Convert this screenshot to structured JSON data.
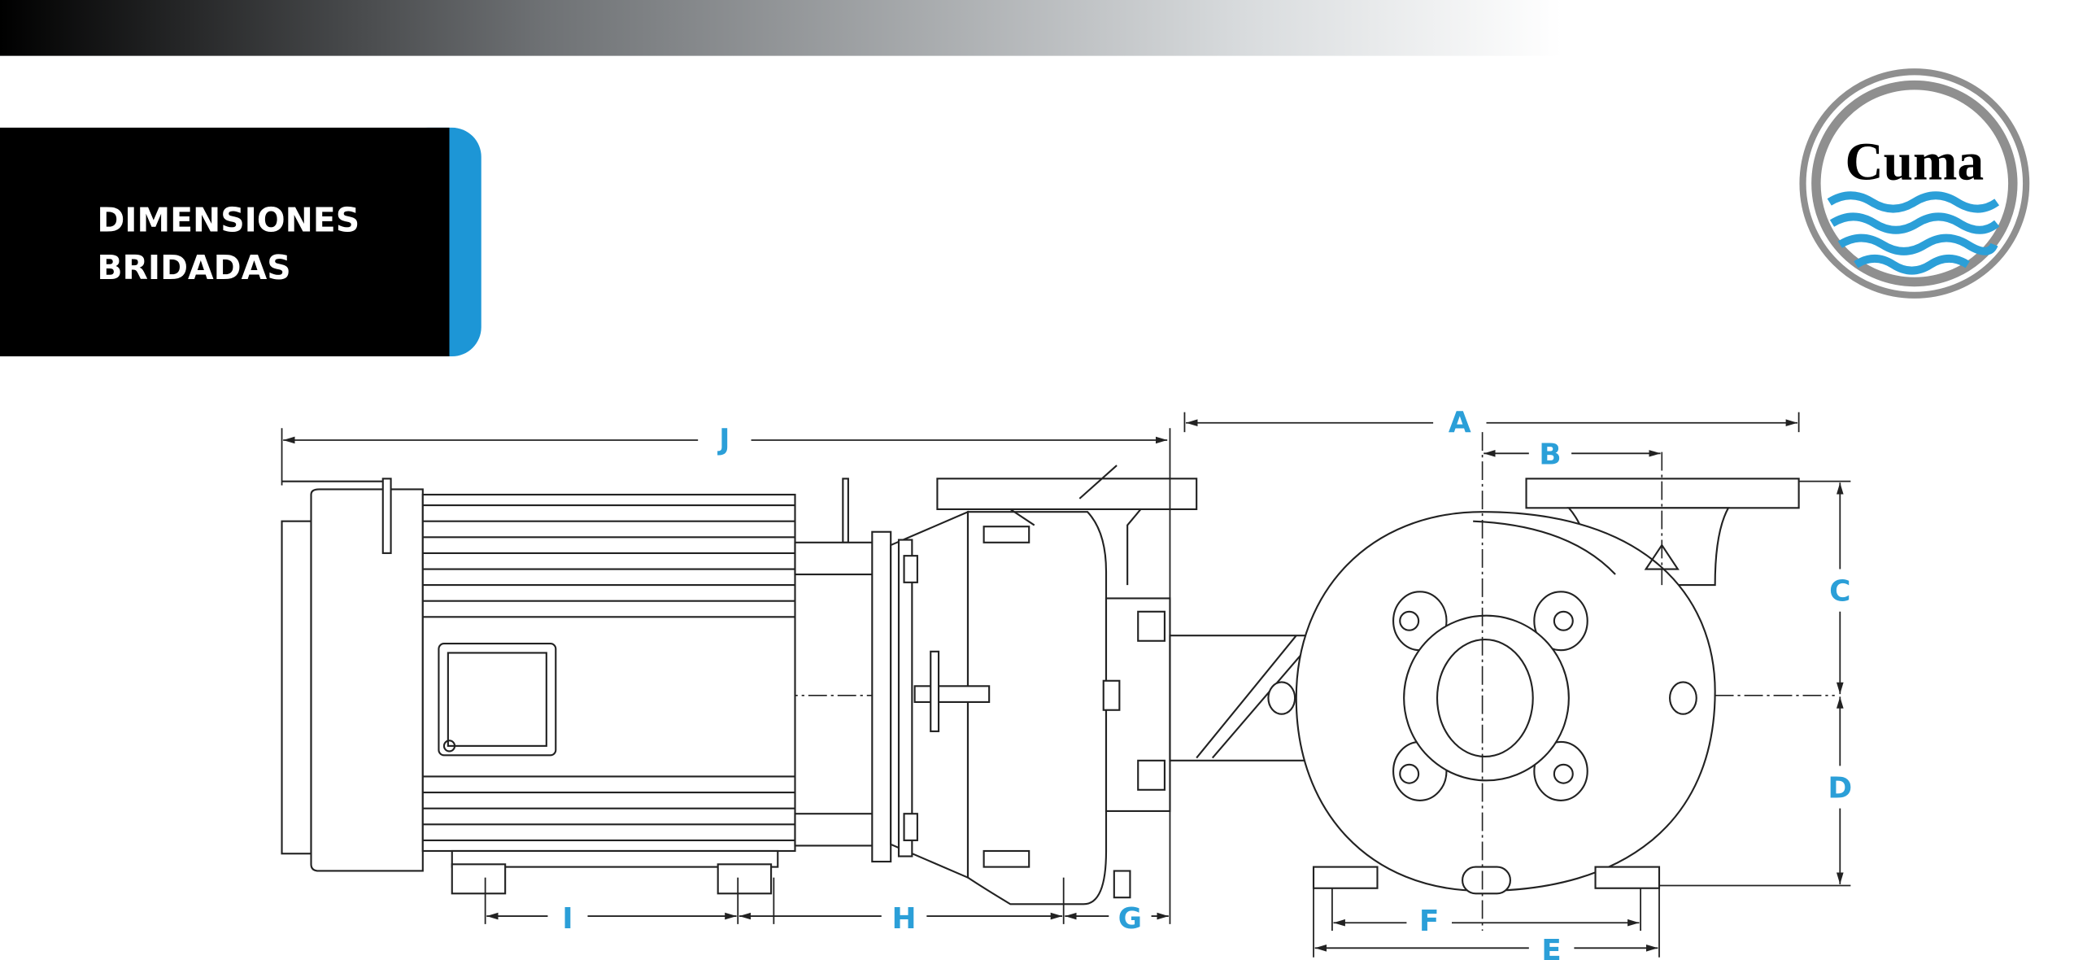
{
  "header": {
    "title_line1": "DIMENSIONES",
    "title_line2": "BRIDADAS"
  },
  "logo": {
    "text": "Cuma"
  },
  "colors": {
    "accent": "#2b9fd8",
    "panel": "#000000",
    "logo_ring": "#8f8f8f"
  },
  "dimensions": {
    "A": "A",
    "B": "B",
    "C": "C",
    "D": "D",
    "E": "E",
    "F": "F",
    "G": "G",
    "H": "H",
    "I": "I",
    "J": "J"
  }
}
